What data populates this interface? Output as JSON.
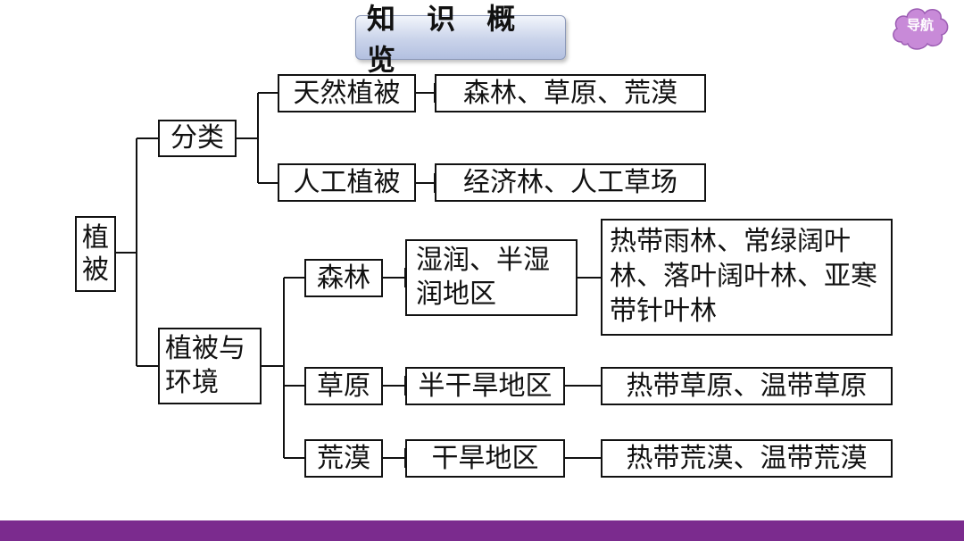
{
  "header": {
    "title": "知 识 概 览"
  },
  "nav": {
    "label": "导航",
    "color": "#c88ad8"
  },
  "diagram": {
    "root": "植被",
    "classification": {
      "label": "分类",
      "natural": {
        "label": "天然植被",
        "items": "森林、草原、荒漠"
      },
      "artificial": {
        "label": "人工植被",
        "items": "经济林、人工草场"
      }
    },
    "environment": {
      "label": "植被与环境",
      "forest": {
        "label": "森林",
        "region": "湿润、半湿润地区",
        "types": "热带雨林、常绿阔叶林、落叶阔叶林、亚寒带针叶林"
      },
      "grassland": {
        "label": "草原",
        "region": "半干旱地区",
        "types": "热带草原、温带草原"
      },
      "desert": {
        "label": "荒漠",
        "region": "干旱地区",
        "types": "热带荒漠、温带荒漠"
      }
    }
  },
  "footer": {
    "bar_color": "#7b2b8e"
  }
}
